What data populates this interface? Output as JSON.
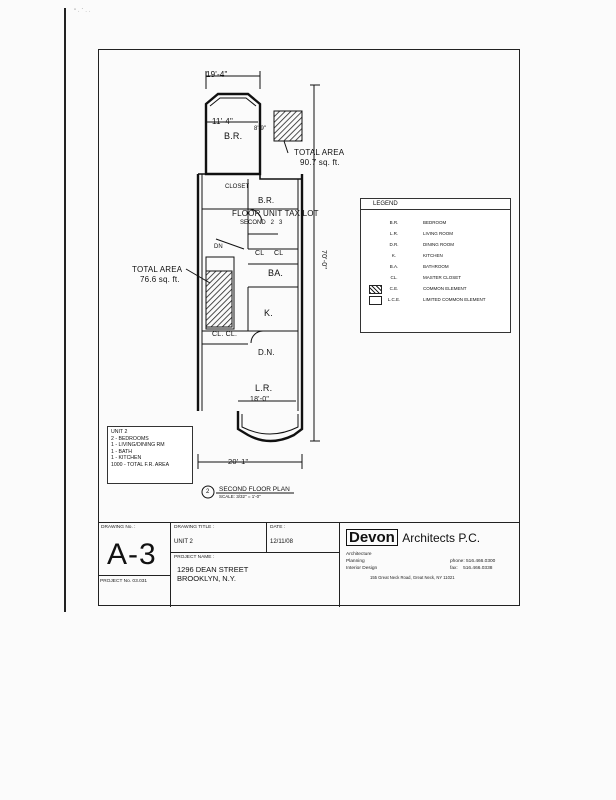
{
  "page": {
    "corner_mark": "\" · ` ·  ·",
    "drawing": {
      "dim_top": "19'-4\"",
      "dim_upper": "11'-4\"",
      "dim_br_width": "8'-9\"",
      "dim_mid": "18'-0\"",
      "dim_bottom": "20'-1\"",
      "dim_right": "70'-0\"",
      "total_area_upper": "TOTAL AREA",
      "total_area_upper_value": "90.7 sq. ft.",
      "total_area_left": "TOTAL AREA",
      "total_area_left_value": "76.6 sq. ft.",
      "rooms": {
        "br_top": "B.R.",
        "br_mid": "B.R.",
        "floor_unit_tax_lot": "FLOOR UNIT TAX LOT",
        "floor_unit_tax_lot_sub": "SECOND   2   3",
        "cl1": "CL",
        "cl2": "CL",
        "ba": "BA.",
        "k": "K.",
        "dn": "D.N.",
        "lr": "L.R.",
        "cl_lower": "CL. CL.",
        "small_tag": "CLOSET",
        "stair_dn": "DN"
      },
      "caption_num": "2",
      "caption_title": "SECOND FLOOR PLAN",
      "caption_scale": "SCALE: 3/32\" = 1'-0\""
    },
    "legend": {
      "title": "LEGEND",
      "rows": [
        {
          "code": "B.R.",
          "desc": "BEDROOM"
        },
        {
          "code": "L.R.",
          "desc": "LIVING ROOM"
        },
        {
          "code": "D.R.",
          "desc": "DINING ROOM"
        },
        {
          "code": "K.",
          "desc": "KITCHEN"
        },
        {
          "code": "B.A.",
          "desc": "BATHROOM"
        },
        {
          "code": "CL.",
          "desc": "MASTER CLOSET"
        },
        {
          "code": "C.E.",
          "desc": "COMMON ELEMENT"
        },
        {
          "code": "L.C.E.",
          "desc": "LIMITED COMMON ELEMENT"
        }
      ]
    },
    "unit_summary": {
      "lines": [
        "UNIT 2",
        "2 - BEDROOMS",
        "1 - LIVING/DINING RM",
        "1 - BATH",
        "1 - KITCHEN",
        "1000 - TOTAL F.R. AREA"
      ]
    },
    "title_block": {
      "drawing_no_label": "DRAWING No. :",
      "sheet_number": "A-3",
      "project_no": "PROJECT No. 03.031",
      "drawing_title_label": "DRAWING TITLE :",
      "drawing_title_value": "UNIT 2",
      "date_label": "DATE :",
      "date_value": "12/11/08",
      "project_name_label": "PROJECT NAME :",
      "address_line1": "1296 DEAN STREET",
      "address_line2": "BROOKLYN, N.Y.",
      "firm_logo": "Devon",
      "firm_name": "Architects P.C.",
      "services": [
        "Architecture",
        "Planning",
        "Interior Design"
      ],
      "phone": "phone: 516.466.0300",
      "fax": "fax:    516.466.0338",
      "firm_address": "155 Great Neck Road, Great Neck, NY 11021"
    }
  }
}
